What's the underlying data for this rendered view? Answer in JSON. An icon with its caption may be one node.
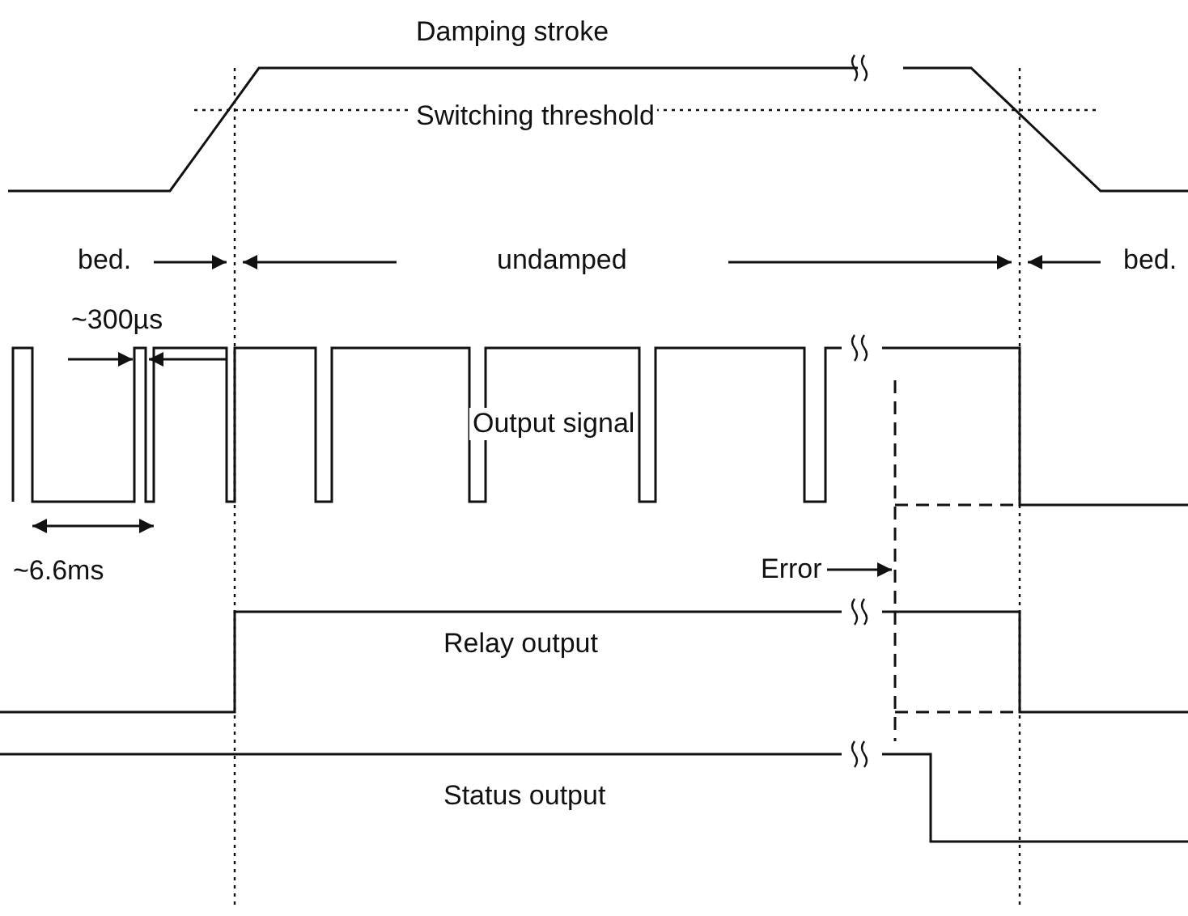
{
  "diagram": {
    "nodes": [
      {
        "text": [
          "Error"
        ]
      },
      {
        "text": [],
        "shape": "line"
      }
    ],
    "edges": [
      {
        "from": 0,
        "to": 1,
        "arrow": "to"
      }
    ],
    "labels": [
      "Damping stroke",
      "Switching threshold",
      "bed.",
      "undamped",
      "bed.",
      "~300µs",
      "Output signal",
      "~6.6ms",
      "Relay output",
      "Status output"
    ]
  }
}
